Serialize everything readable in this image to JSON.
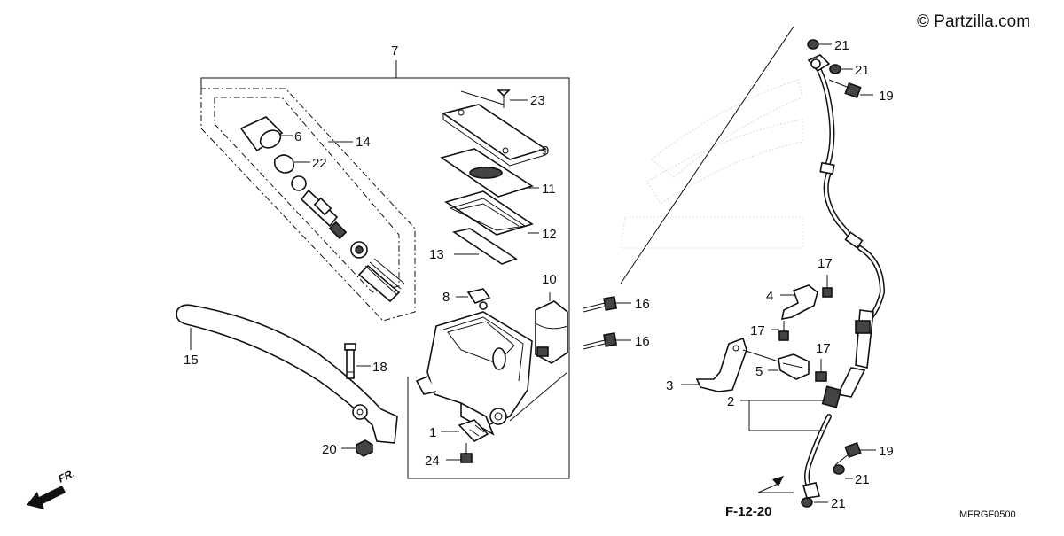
{
  "watermark": "© Partzilla.com",
  "diagram_code": "MFRGF0500",
  "section_ref": "F-12-20",
  "front_label": "FR.",
  "callouts": {
    "c7": "7",
    "c14": "14",
    "c6": "6",
    "c22": "22",
    "c23": "23",
    "c9": "9",
    "c11": "11",
    "c12": "12",
    "c13": "13",
    "c10": "10",
    "c8": "8",
    "c16a": "16",
    "c16b": "16",
    "c15": "15",
    "c18": "18",
    "c20": "20",
    "c1": "1",
    "c24": "24",
    "c21a": "21",
    "c21b": "21",
    "c19a": "19",
    "c17a": "17",
    "c4": "4",
    "c17b": "17",
    "c17c": "17",
    "c5": "5",
    "c3": "3",
    "c2": "2",
    "c19b": "19",
    "c21c": "21",
    "c21d": "21"
  }
}
